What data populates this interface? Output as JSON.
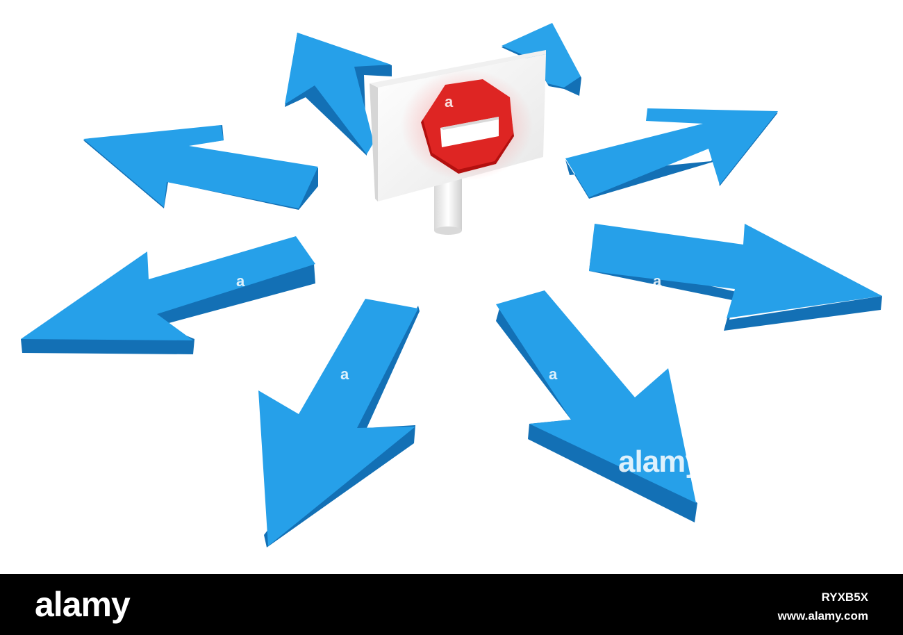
{
  "image": {
    "description_colors": {
      "arrow": "#1e9be6",
      "arrow_dark": "#1370b5",
      "sign_board": "#f4f4f4",
      "stop_sign": "#d6201f",
      "footer_bg": "#000000"
    },
    "watermark": {
      "center_text": "alamy",
      "arrow_marks": "a"
    }
  },
  "footer": {
    "logo": "alamy",
    "image_id": "RYXB5X",
    "site": "www.alamy.com"
  }
}
